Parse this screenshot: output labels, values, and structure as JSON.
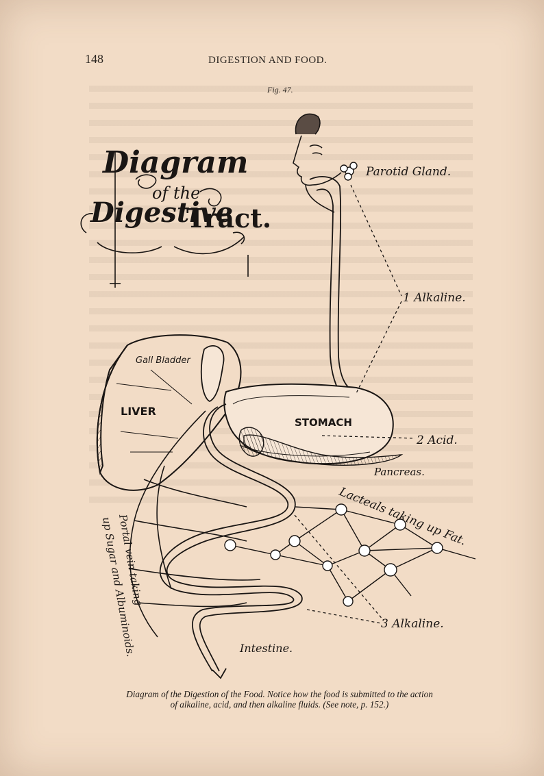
{
  "header": {
    "page_number": "148",
    "running_head": "DIGESTION AND FOOD."
  },
  "figure": {
    "label": "Fig. 47.",
    "title": {
      "word1": "Diagram",
      "word2": "of the",
      "word3": "Tract.",
      "word4": "Digestive"
    },
    "labels": {
      "parotid": "Parotid Gland.",
      "alkaline1": "1 Alkaline.",
      "gall_bladder": "Gall Bladder",
      "liver": "LIVER",
      "stomach": "STOMACH",
      "acid": "2 Acid.",
      "pancreas": "Pancreas.",
      "lacteals": "Lacteals taking up Fat.",
      "portal_line1": "Portal vein taking",
      "portal_line2": "up Sugar and Albuminoids.",
      "alkaline3": "3 Alkaline.",
      "intestine": "Intestine."
    }
  },
  "caption": {
    "line1": "Diagram of the Digestion of the Food.  Notice how the food is submitted to the action",
    "line2": "of alkaline, acid, and then alkaline fluids.  (See note, p. 152.)"
  },
  "colors": {
    "paper": "#f2dcc6",
    "ink": "#1e1a17"
  }
}
